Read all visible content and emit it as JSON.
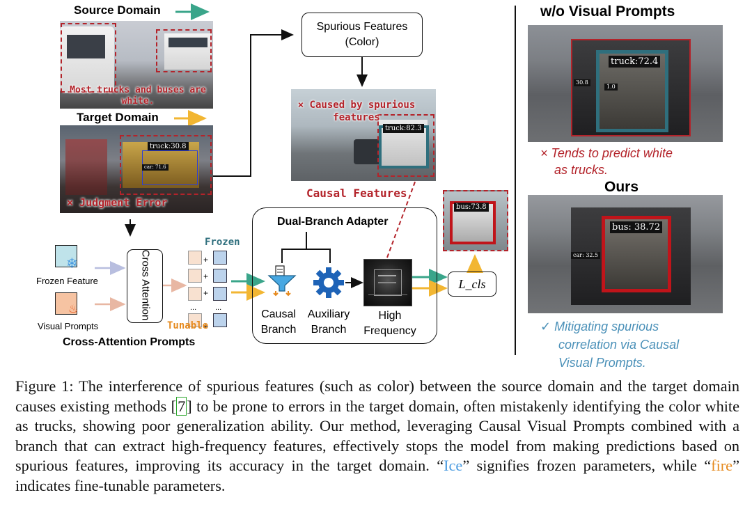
{
  "left": {
    "source_domain": "Source Domain",
    "source_note": "Most trucks and buses are white.",
    "target_domain": "Target Domain",
    "target_det": "truck:30.8",
    "target_det_small": "car: 71.6",
    "judgment": "× Judgment Error"
  },
  "spurious": {
    "line1": "Spurious Features",
    "line2": "(Color)",
    "caused": "× Caused by spurious features",
    "det": "truck:82.3",
    "causal_features": "Causal Features"
  },
  "bus_thumb": {
    "det": "bus:73.8"
  },
  "cross": {
    "frozen_feature": "Frozen Feature",
    "visual_prompts": "Visual Prompts",
    "cross_attention": "Cross Attention",
    "frozen": "Frozen",
    "tunable": "Tunable",
    "dots": "...",
    "title": "Cross-Attention Prompts"
  },
  "adapter": {
    "title": "Dual-Branch Adapter",
    "causal": "Causal Branch",
    "auxiliary": "Auxiliary Branch",
    "high": "High Frequency",
    "loss": "L_cls"
  },
  "right": {
    "title_wo": "w/o Visual Prompts",
    "det_wo": "truck:72.4",
    "small_wo_1": "30.8",
    "small_wo_2": "1.0",
    "note_wo_1": "× Tends to predict white",
    "note_wo_2": "as trucks.",
    "title_ours": "Ours",
    "det_ours": "bus: 38.72",
    "small_ours": "car: 32.5",
    "note_ours_1": "✓ Mitigating spurious",
    "note_ours_2": "correlation via Causal",
    "note_ours_3": "Visual Prompts."
  },
  "caption": {
    "p1": "Figure 1: The interference of spurious features (such as color) between the source domain and the target domain causes existing methods [",
    "ref": "7",
    "p2": "] to be prone to errors in the target domain, often mistakenly identifying the color white as trucks, showing poor generalization ability. Our method, leveraging Causal Visual Prompts combined with a branch that can extract high-frequency features, effectively stops the model from making predictions based on spurious features, improving its accuracy in the target domain. “",
    "ice": "Ice",
    "p3": "” signifies frozen parameters, while “",
    "fire": "fire",
    "p4": "” indicates fine-tunable parameters."
  },
  "colors": {
    "red": "#b3232a",
    "teal": "#2f6f7d",
    "blue_note": "#4a90b8",
    "orange": "#e68a1e",
    "ice": "#4a9be0",
    "green_arrow": "#3aa58a",
    "yellow_arrow": "#f2b632"
  }
}
